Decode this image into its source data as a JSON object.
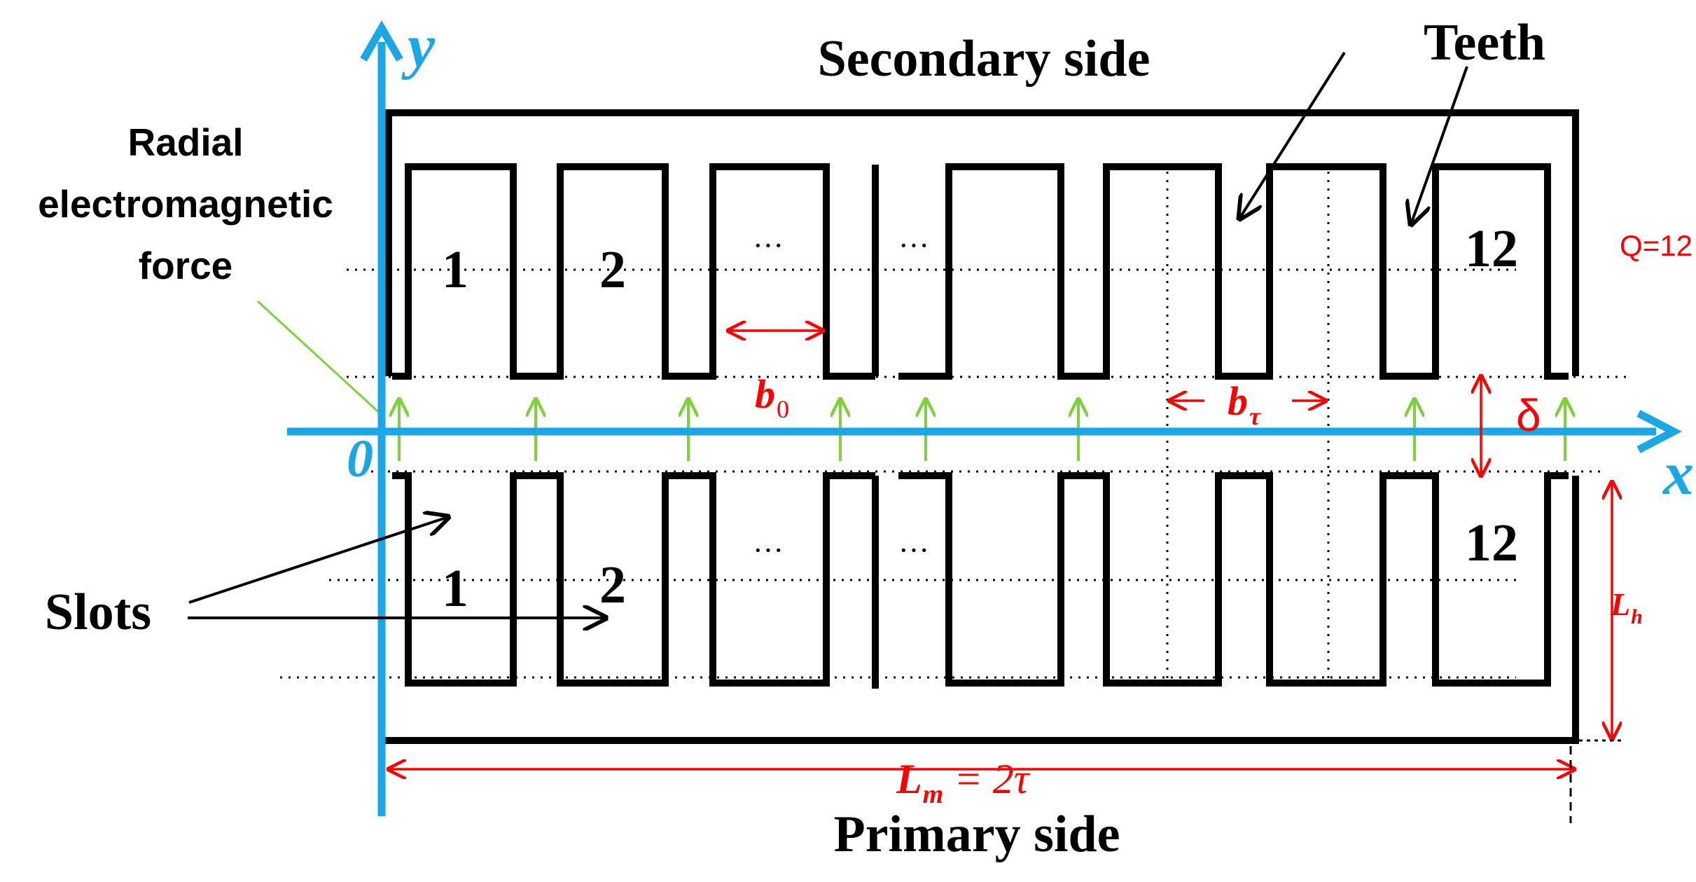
{
  "labels": {
    "secondary_side": "Secondary side",
    "primary_side": "Primary side",
    "teeth": "Teeth",
    "slots": "Slots",
    "force_line1": "Radial",
    "force_line2": "electromagnetic",
    "force_line3": "force",
    "q": "Q=12",
    "delta": "δ",
    "b0_main": "b",
    "b0_sub": "0",
    "btau_main": "b",
    "btau_sub": "τ",
    "lh_main": "L",
    "lh_sub": "h",
    "lm_main": "L",
    "lm_sub": "m",
    "lm_rest": " = 2τ",
    "axis_x": "x",
    "axis_y": "y",
    "origin": "0",
    "ellipsis": "···"
  },
  "slot_numbers": {
    "top": [
      "1",
      "2",
      "12"
    ],
    "bottom": [
      "1",
      "2",
      "12"
    ]
  },
  "colors": {
    "axis": "#1ba6e6",
    "outline": "#000000",
    "dimension": "#ff0000",
    "force_arrow": "#7fd13b"
  }
}
